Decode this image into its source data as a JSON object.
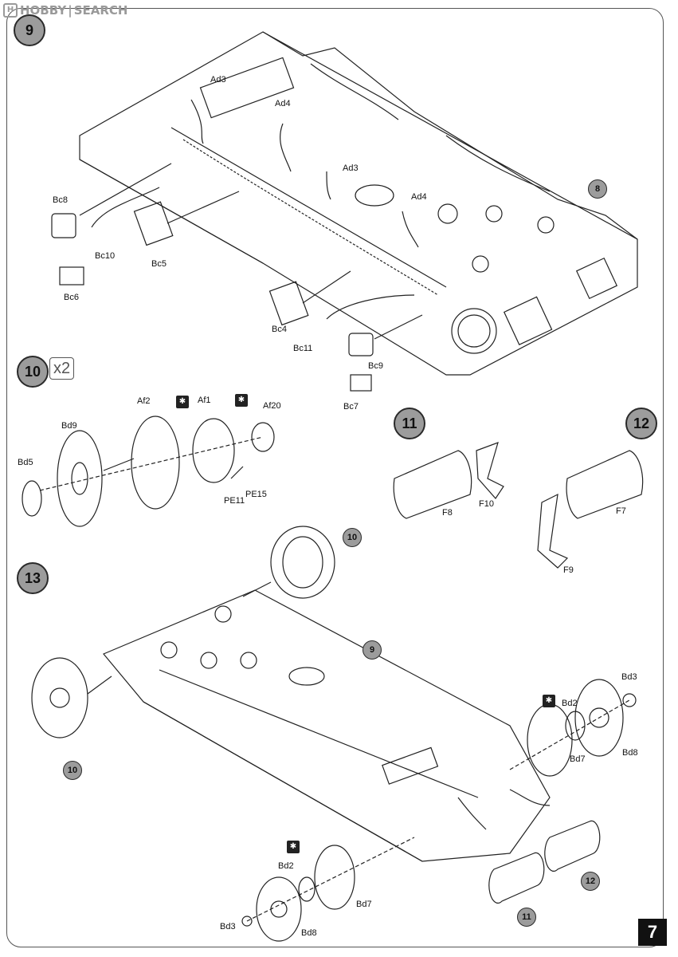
{
  "watermark": {
    "brand": "HOBBY",
    "sep": "|",
    "word": "SEARCH",
    "logo_char": "H"
  },
  "page_number": "7",
  "steps": {
    "s9": "9",
    "s10": "10",
    "s10_mult": "x2",
    "s11": "11",
    "s12": "12",
    "s13": "13"
  },
  "refs": {
    "r8": "8",
    "r10a": "10",
    "r10b": "10",
    "r9": "9",
    "r11": "11",
    "r12": "12"
  },
  "labels": {
    "ad3_a": "Ad3",
    "ad4_a": "Ad4",
    "ad3_b": "Ad3",
    "ad4_b": "Ad4",
    "bc8": "Bc8",
    "bc10": "Bc10",
    "bc6": "Bc6",
    "bc5": "Bc5",
    "bc4": "Bc4",
    "bc11": "Bc11",
    "bc9": "Bc9",
    "bc7": "Bc7",
    "af2": "Af2",
    "af1": "Af1",
    "af20": "Af20",
    "bd9": "Bd9",
    "bd5": "Bd5",
    "pe11": "PE11",
    "pe15": "PE15",
    "f8": "F8",
    "f10": "F10",
    "f7": "F7",
    "f9": "F9",
    "bd3_a": "Bd3",
    "bd2_a": "Bd2",
    "bd8_a": "Bd8",
    "bd7_a": "Bd7",
    "bd2_b": "Bd2",
    "bd7_b": "Bd7",
    "bd3_b": "Bd3",
    "bd8_b": "Bd8"
  },
  "glue_icon": "glue-icon",
  "colors": {
    "step_fill": "#9c9c9c",
    "line": "#222222"
  }
}
